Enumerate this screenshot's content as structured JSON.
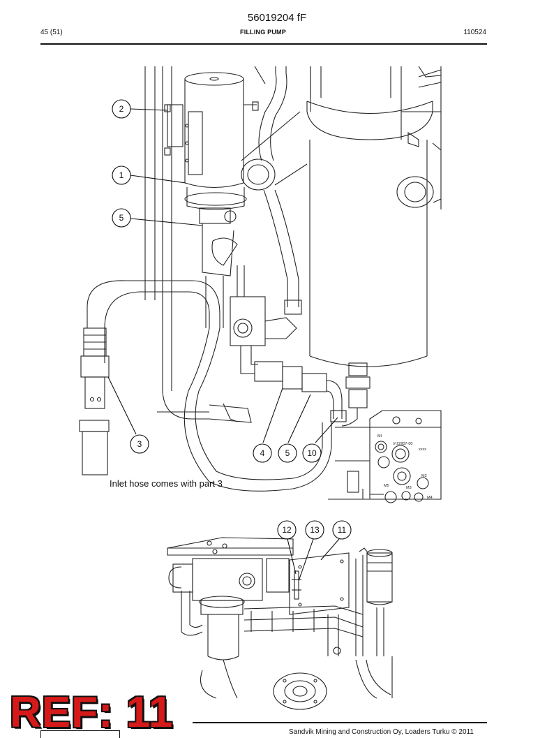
{
  "header": {
    "doc_number": "56019204 fF",
    "page": "45 (51)",
    "section_title": "FILLING PUMP",
    "date": "110524"
  },
  "figure_top": {
    "callouts": [
      "2",
      "1",
      "5",
      "3",
      "4",
      "5",
      "10"
    ],
    "note": "Inlet hose comes with part 3",
    "manifold_labels": [
      "MI",
      "V-22907-00",
      "xxxx",
      "M2",
      "M5",
      "M3",
      "M4"
    ]
  },
  "figure_bottom": {
    "callouts": [
      "12",
      "13",
      "11"
    ]
  },
  "stamp": {
    "text": "REF: 11",
    "color": "#d61a1a"
  },
  "footer": {
    "copyright": "Sandvik Mining and Construction Oy, Loaders Turku © 2011"
  }
}
